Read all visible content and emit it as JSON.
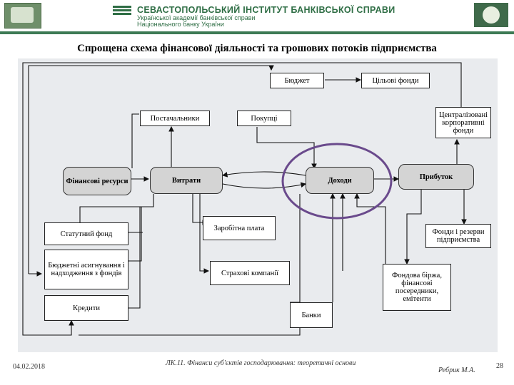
{
  "header": {
    "institute": "СЕВАСТОПОЛЬСЬКИЙ ІНСТИТУТ БАНКІВСЬКОЇ СПРАВИ",
    "sub1": "Української академії банківської справи",
    "sub2": "Національного банку України"
  },
  "title": "Спрощена схема фінансової діяльності та грошових потоків підприємства",
  "nodes": {
    "budget": "Бюджет",
    "target_funds": "Цільові фонди",
    "suppliers": "Постачальники",
    "buyers": "Покупці",
    "central_funds": "Централізовані корпоративні фонди",
    "fin_resources": "Фінансові ресурси",
    "expenses": "Витрати",
    "income": "Доходи",
    "profit": "Прибуток",
    "statutory_fund": "Статутний фонд",
    "salary": "Заробітна плата",
    "funds_reserves": "Фонди і резерви підприємства",
    "budget_assignments": "Бюджетні асигнування і надходження з фондів",
    "insurance": "Страхові компанії",
    "exchange": "Фондова біржа, фінансові посередники, емітенти",
    "credits": "Кредити",
    "banks": "Банки"
  },
  "footer": {
    "date": "04.02.2018",
    "subject": "ЛК.11. Фінанси суб'єктів господарювання: теоретичні основи",
    "author": "Ребрик М.А.",
    "page": "28"
  }
}
